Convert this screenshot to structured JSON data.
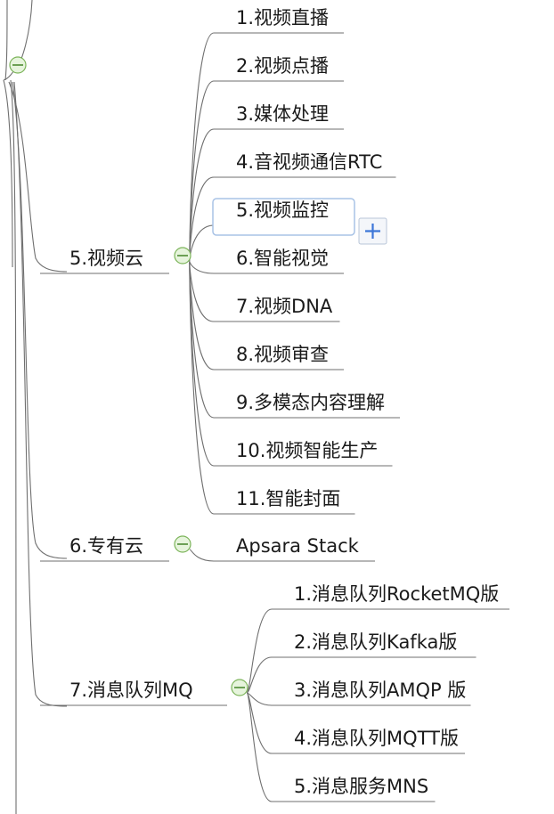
{
  "branches": {
    "video_cloud": {
      "label": "5.视频云",
      "children": [
        "1.视频直播",
        "2.视频点播",
        "3.媒体处理",
        "4.音视频通信RTC",
        "5.视频监控",
        "6.智能视觉",
        "7.视频DNA",
        "8.视频审查",
        "9.多模态内容理解",
        "10.视频智能生产",
        "11.智能封面"
      ]
    },
    "private_cloud": {
      "label": "6.专有云",
      "children": [
        "Apsara Stack"
      ]
    },
    "mq": {
      "label": "7.消息队列MQ",
      "children": [
        "1.消息队列RocketMQ版",
        "2.消息队列Kafka版",
        "3.消息队列AMQP 版",
        "4.消息队列MQTT版",
        "5.消息服务MNS"
      ]
    }
  },
  "selected_topic": "5.视频监控",
  "icons": {
    "collapse": "collapse-minus-icon",
    "add": "add-topic-plus-icon"
  },
  "colors": {
    "line": "#6f6f6f",
    "collapse_fill": "#e6f4dc",
    "collapse_stroke": "#7cb45a",
    "selection_border": "#a9c3e6",
    "add_icon": "#3c76d8"
  }
}
